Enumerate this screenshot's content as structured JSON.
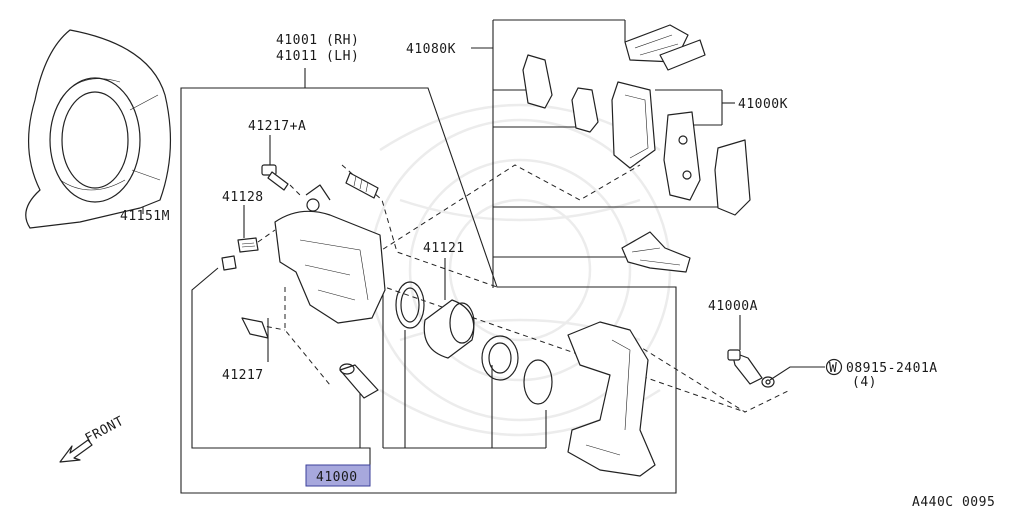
{
  "labels": {
    "caliper_rh": "41001 (RH)",
    "caliper_lh": "41011 (LH)",
    "pad_hardware_kit": "41080K",
    "pad_kit": "41000K",
    "pin_bolt_upper": "41217+A",
    "bleeder": "41128",
    "piston_seal": "41121",
    "dust_shield": "41151M",
    "pin_bolt_lower": "41217",
    "caliper_assembly": "41000",
    "mount_bolt": "41000A",
    "washer_circle": "W",
    "washer": "08915-2401A",
    "washer_qty": "(4)",
    "front": "FRONT",
    "diagram_code": "A440C 0095"
  },
  "colors": {
    "line": "#222222",
    "highlight": "#a7a8dd",
    "highlight_border": "#3b3f9a",
    "watermark": "#ececec"
  }
}
